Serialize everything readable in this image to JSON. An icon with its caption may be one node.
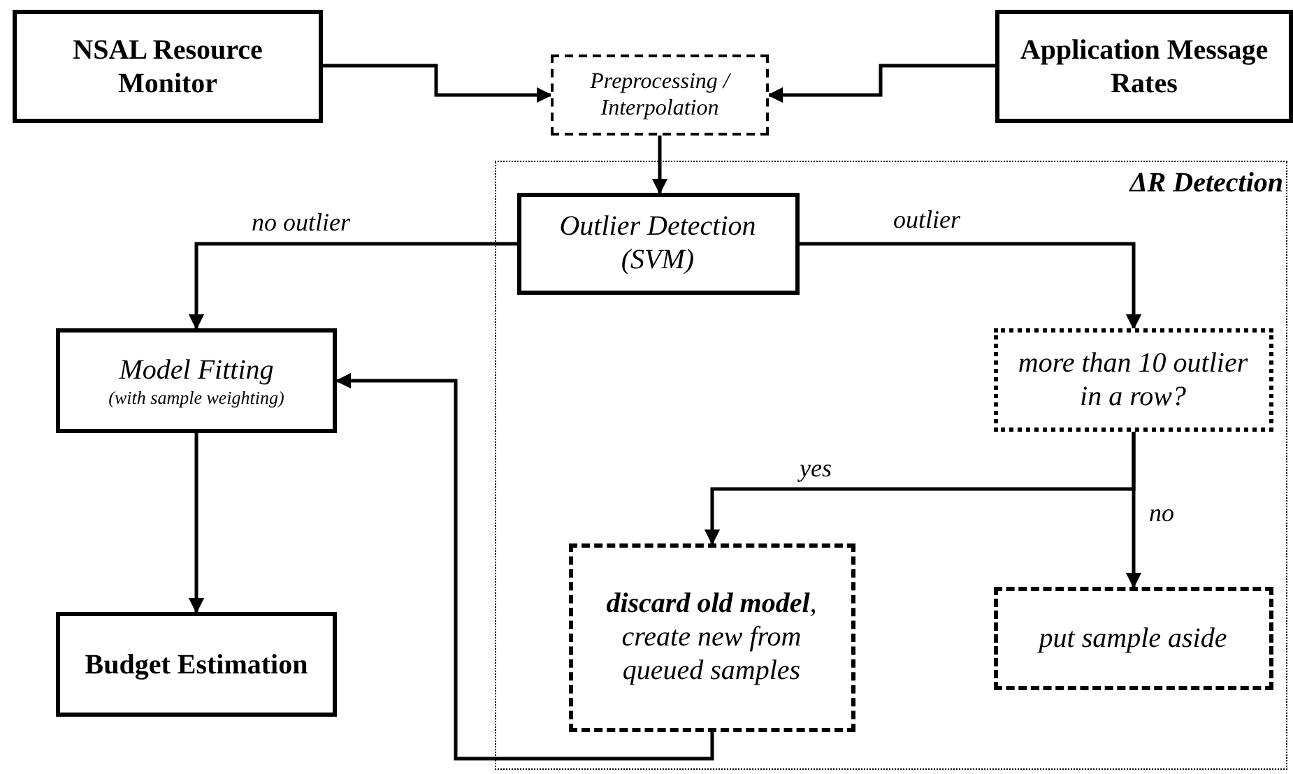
{
  "diagram": {
    "nodes": [
      {
        "text": [
          "NSAL Resource Monitor"
        ]
      },
      {
        "text": [
          "Preprocessing / Interpolation"
        ]
      },
      {
        "text": [
          "Application Message Rates"
        ]
      },
      {
        "text": [
          "ΔR Detection"
        ]
      },
      {
        "text": [
          "Outlier Detection (SVM)"
        ],
        "in": 3
      },
      {
        "text": [
          "Model Fitting",
          "(with sample weighting)"
        ]
      },
      {
        "text": [
          "more than 10 outlier in a row?"
        ],
        "in": 3
      },
      {
        "text": [
          "**discard old model**, create new from queued samples"
        ],
        "in": 3
      },
      {
        "text": [
          "put sample aside"
        ],
        "in": 3
      },
      {
        "text": [
          "Budget Estimation"
        ]
      }
    ],
    "edges": [
      {
        "from": 0,
        "to": 1,
        "arrow": "to"
      },
      {
        "from": 2,
        "to": 1,
        "arrow": "to"
      },
      {
        "from": 1,
        "to": 4,
        "arrow": "to"
      },
      {
        "from": 4,
        "to": 5,
        "arrow": "to",
        "label": "no outlier"
      },
      {
        "from": 4,
        "to": 6,
        "arrow": "to",
        "label": "outlier"
      },
      {
        "from": 6,
        "to": 7,
        "arrow": "to",
        "label": "yes"
      },
      {
        "from": 6,
        "to": 8,
        "arrow": "to",
        "label": "no"
      },
      {
        "from": 7,
        "to": 5,
        "arrow": "to"
      },
      {
        "from": 5,
        "to": 9,
        "arrow": "to"
      }
    ]
  }
}
